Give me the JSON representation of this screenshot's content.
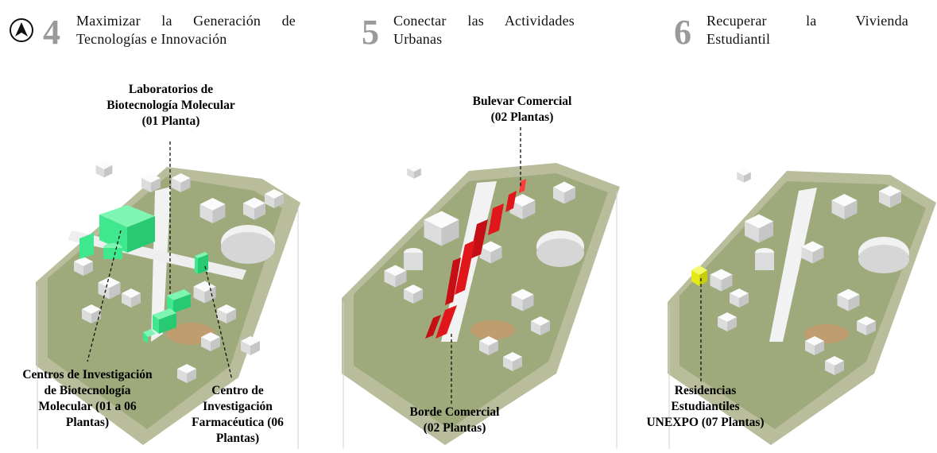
{
  "north_arrow": {
    "icon": "north-arrow-icon"
  },
  "panels": [
    {
      "number": "4",
      "title_line1": "Maximizar la Generación de",
      "title_line2": "Tecnologías e Innovación",
      "highlight_color": "#3fe88f",
      "labels": {
        "top_line1": "Laboratorios de",
        "top_line2": "Biotecnología Molecular",
        "top_line3": "(01 Planta)",
        "left_line1": "Centros de Investigación",
        "left_line2": "de Biotecnología",
        "left_line3": "Molecular (01 a 06",
        "left_line4": "Plantas)",
        "right_line1": "Centro de",
        "right_line2": "Investigación",
        "right_line3": "Farmacéutica (06",
        "right_line4": "Plantas)"
      }
    },
    {
      "number": "5",
      "title_line1": "Conectar las Actividades",
      "title_line2": "Urbanas",
      "highlight_color": "#e0161b",
      "labels": {
        "top_line1": "Bulevar Comercial",
        "top_line2": "(02 Plantas)",
        "bottom_line1": "Borde Comercial",
        "bottom_line2": "(02 Plantas)"
      }
    },
    {
      "number": "6",
      "title_line1": "Recuperar la Vivienda",
      "title_line2": "Estudiantil",
      "highlight_color": "#e3ea18",
      "labels": {
        "bottom_line1": "Residencias",
        "bottom_line2": "Estudiantiles",
        "bottom_line3": "UNEXPO (07 Plantas)"
      }
    }
  ]
}
